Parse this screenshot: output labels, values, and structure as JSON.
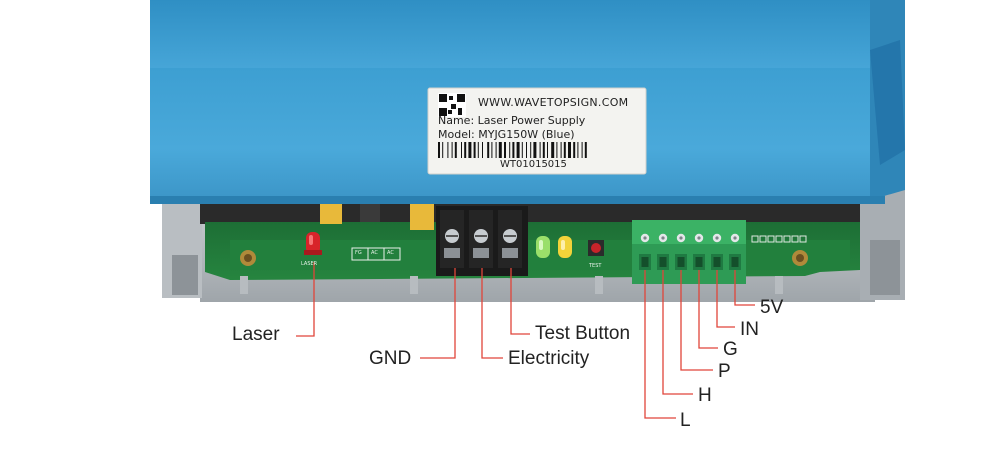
{
  "product_label": {
    "website": "WWW.WAVETOPSIGN.COM",
    "name_line": "Name: Laser Power Supply",
    "model_line": "Model: MYJG150W (Blue)",
    "serial": "WT01015015"
  },
  "board": {
    "laser_led_label": "LASER",
    "test_button_label": "TEST",
    "small_labels": [
      "FG",
      "AC",
      "AC"
    ]
  },
  "callouts": {
    "laser": "Laser",
    "gnd": "GND",
    "electricity": "Electricity",
    "test_button": "Test Button",
    "five_v": "5V",
    "in": "IN",
    "g": "G",
    "p": "P",
    "h": "H",
    "l": "L"
  },
  "colors": {
    "case_blue": "#4aa8d8",
    "pcb_green": "#1f7a3a",
    "terminal_green": "#2e9b55",
    "callout_line": "#e0453a"
  }
}
